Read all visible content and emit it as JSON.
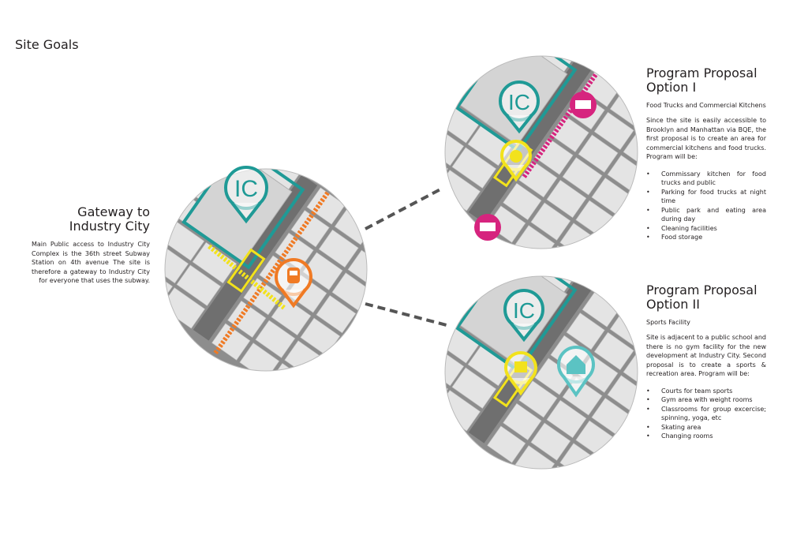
{
  "page_title": "Site Goals",
  "gateway": {
    "title_line1": "Gateway to",
    "title_line2": "Industry City",
    "description": "Main Public access to Industry City Complex is the 36th street Subway Station on 4th avenue The site is therefore a gateway to Industry City for everyone that uses the subway."
  },
  "option1": {
    "title_line1": "Program Proposal",
    "title_line2": "Option I",
    "subtitle": "Food Trucks and Commercial Kitchens",
    "description": "Since the site is easily accessible to Brooklyn and Manhattan via BQE, the first proposal is to create an area for commercial kitchens and food trucks. Program will be:",
    "items": [
      "Commissary kitchen for food trucks and public",
      "Parking for food trucks at night time",
      "Public park and eating area during day",
      "Cleaning facilities",
      "Food storage"
    ]
  },
  "option2": {
    "title_line1": "Program Proposal",
    "title_line2": "Option II",
    "subtitle": "Sports Facility",
    "description": "Site is adjacent to a public school and there is no gym facility for the new development at Industry City. Second proposal is to create a sports & recreation area. Program will be:",
    "items": [
      "Courts for team sports",
      "Gym area with weight rooms",
      "Classrooms for group excercise; spinning, yoga, etc",
      "Skating area",
      "Changing rooms"
    ]
  },
  "map_label": "IC",
  "colors": {
    "teal": "#1f9a96",
    "yellow": "#f2e21c",
    "orange": "#f07a24",
    "magenta": "#d6247e",
    "school": "#5bc3c3"
  }
}
